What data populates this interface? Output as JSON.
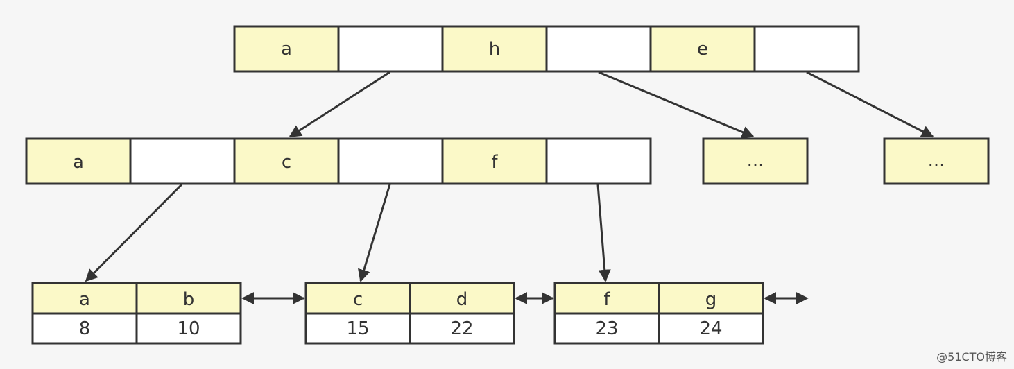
{
  "colors": {
    "background": "#f6f6f6",
    "key_fill": "#fbf9c8",
    "pointer_fill": "#ffffff",
    "stroke": "#333333"
  },
  "root_node": {
    "keys": [
      "a",
      "h",
      "e"
    ]
  },
  "internal_node": {
    "keys": [
      "a",
      "c",
      "f"
    ]
  },
  "collapsed_nodes": [
    {
      "label": "..."
    },
    {
      "label": "..."
    }
  ],
  "leaf_nodes": [
    {
      "keys": [
        "a",
        "b"
      ],
      "values": [
        "8",
        "10"
      ]
    },
    {
      "keys": [
        "c",
        "d"
      ],
      "values": [
        "15",
        "22"
      ]
    },
    {
      "keys": [
        "f",
        "g"
      ],
      "values": [
        "23",
        "24"
      ]
    }
  ],
  "watermark": "@51CTO博客"
}
